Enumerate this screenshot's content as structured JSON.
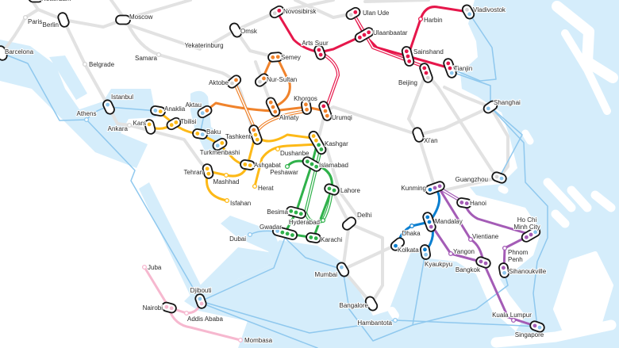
{
  "line_colors": {
    "r": "#e6174b",
    "o": "#f0832c",
    "y": "#fdb917",
    "g": "#2fb14a",
    "b": "#0b7fd0",
    "p": "#a45cb6",
    "k": "#f6b8cf",
    "l": "#8fc8ee",
    "w": "#d4d4d4"
  },
  "colors": {
    "water": "#d5edfb",
    "land": "#ffffff",
    "gray_route": "#e2e2e2"
  },
  "stations": [
    {
      "id": "rotterdam",
      "name": "Rotterdam",
      "lines": ""
    },
    {
      "id": "paris",
      "name": "Paris",
      "lines": "w"
    },
    {
      "id": "berlin",
      "name": "Berlin",
      "lines": ""
    },
    {
      "id": "moscow",
      "name": "Moscow",
      "lines": ""
    },
    {
      "id": "omsk",
      "name": "Omsk",
      "lines": ""
    },
    {
      "id": "novosibirsk",
      "name": "Novosibirsk",
      "lines": "wr"
    },
    {
      "id": "ulanude",
      "name": "Ulan Ude",
      "lines": "wr"
    },
    {
      "id": "ulaanbaatar",
      "name": "Ulaanbaatar",
      "lines": "rrr"
    },
    {
      "id": "artssuur",
      "name": "Arts Suur",
      "lines": "rr"
    },
    {
      "id": "harbin",
      "name": "Harbin",
      "lines": "r"
    },
    {
      "id": "vladivostok",
      "name": "Vladivostok",
      "lines": "wl"
    },
    {
      "id": "sainshand",
      "name": "Sainshand",
      "lines": "rrr"
    },
    {
      "id": "beijing",
      "name": "Beijing",
      "lines": "rrw"
    },
    {
      "id": "tianjin",
      "name": "Tianjin",
      "lines": "rrl"
    },
    {
      "id": "barcelona",
      "name": "Barcelona",
      "lines": ""
    },
    {
      "id": "belgrade",
      "name": "Belgrade",
      "lines": "w"
    },
    {
      "id": "samara",
      "name": "Samara",
      "lines": "w"
    },
    {
      "id": "yekaterinburg",
      "name": "Yekaterinburg",
      "lines": "-"
    },
    {
      "id": "semey",
      "name": "Semey",
      "lines": "oo"
    },
    {
      "id": "nursultan",
      "name": "Nur-Sultan",
      "lines": "wo"
    },
    {
      "id": "aktobe",
      "name": "Aktobe",
      "lines": "wo"
    },
    {
      "id": "istanbul",
      "name": "Istanbul",
      "lines": "l"
    },
    {
      "id": "athens",
      "name": "Athens",
      "lines": "l"
    },
    {
      "id": "ankara",
      "name": "Ankara",
      "lines": "w"
    },
    {
      "id": "anaklia",
      "name": "Anaklia",
      "lines": "ly"
    },
    {
      "id": "kars",
      "name": "Kars",
      "lines": "y"
    },
    {
      "id": "tbilisi",
      "name": "Tbilisi",
      "lines": "yy"
    },
    {
      "id": "aktau",
      "name": "Aktau",
      "lines": "lo"
    },
    {
      "id": "almaty",
      "name": "Almaty",
      "lines": "ooo"
    },
    {
      "id": "khorgos",
      "name": "Khorgos",
      "lines": "oo"
    },
    {
      "id": "urumqi",
      "name": "Urumqi",
      "lines": "roo"
    },
    {
      "id": "baku",
      "name": "Baku",
      "lines": "yl"
    },
    {
      "id": "tashkent",
      "name": "Tashkent",
      "lines": "oyy"
    },
    {
      "id": "turkmenbashi",
      "name": "Turkmenbashi",
      "lines": "ly"
    },
    {
      "id": "ashgabat",
      "name": "Ashgabat",
      "lines": "yy"
    },
    {
      "id": "kashgar",
      "name": "Kashgar",
      "lines": "yygg"
    },
    {
      "id": "dushanbe",
      "name": "Dushanbe",
      "lines": "y"
    },
    {
      "id": "tehran",
      "name": "Tehran",
      "lines": "yy"
    },
    {
      "id": "mashhad",
      "name": "Mashhad",
      "lines": "y"
    },
    {
      "id": "herat",
      "name": "Herat",
      "lines": "y"
    },
    {
      "id": "isfahan",
      "name": "Isfahan",
      "lines": "y"
    },
    {
      "id": "peshawar",
      "name": "Peshawar",
      "lines": "g"
    },
    {
      "id": "islamabad",
      "name": "Islamabad",
      "lines": "ggg"
    },
    {
      "id": "lahore",
      "name": "Lahore",
      "lines": "gg"
    },
    {
      "id": "besima",
      "name": "Besima",
      "lines": "ggg"
    },
    {
      "id": "hyderabad",
      "name": "Hyderabad",
      "lines": "g"
    },
    {
      "id": "gwadar",
      "name": "Gwadar",
      "lines": "lggg"
    },
    {
      "id": "karachi",
      "name": "Karachi",
      "lines": "gg"
    },
    {
      "id": "dubai",
      "name": "Dubai",
      "lines": "l"
    },
    {
      "id": "delhi",
      "name": "Delhi",
      "lines": ""
    },
    {
      "id": "xian",
      "name": "Xi'an",
      "lines": ""
    },
    {
      "id": "shanghai",
      "name": "Shanghai",
      "lines": "l"
    },
    {
      "id": "guangzhou",
      "name": "Guangzhou",
      "lines": "wl"
    },
    {
      "id": "kunming",
      "name": "Kunming",
      "lines": "bpp"
    },
    {
      "id": "hanoi",
      "name": "Hanoi",
      "lines": "pp"
    },
    {
      "id": "mandalay",
      "name": "Mandalay",
      "lines": "bbp"
    },
    {
      "id": "dhaka",
      "name": "Dhaka",
      "lines": "b"
    },
    {
      "id": "kolkata",
      "name": "Kolkata",
      "lines": "b"
    },
    {
      "id": "kyaukpyu",
      "name": "Kyaukpyu",
      "lines": "bl"
    },
    {
      "id": "vientiane",
      "name": "Vientiane",
      "lines": "p"
    },
    {
      "id": "yangon",
      "name": "Yangon",
      "lines": "p"
    },
    {
      "id": "bangkok",
      "name": "Bangkok",
      "lines": "pp"
    },
    {
      "id": "hcmc",
      "name": "Ho Chi",
      "name2": "Minh City",
      "lines": "ppl"
    },
    {
      "id": "phnompenh",
      "name": "Phnom",
      "name2": "Penh",
      "lines": "p"
    },
    {
      "id": "sihanoukville",
      "name": "Sihanoukville",
      "lines": "pl"
    },
    {
      "id": "mumbai",
      "name": "Mumbai",
      "lines": "l"
    },
    {
      "id": "bangalore",
      "name": "Bangalore",
      "lines": ""
    },
    {
      "id": "hambantota",
      "name": "Hambantota",
      "lines": "l"
    },
    {
      "id": "kualalumpur",
      "name": "Kuala Lumpur",
      "lines": "p"
    },
    {
      "id": "singapore",
      "name": "Singapore",
      "lines": "pl"
    },
    {
      "id": "juba",
      "name": "Juba",
      "lines": "k"
    },
    {
      "id": "djibouti",
      "name": "Djibouti",
      "lines": "lk"
    },
    {
      "id": "nairobi",
      "name": "Nairobi",
      "lines": "kk"
    },
    {
      "id": "addisababa",
      "name": "Addis Ababa",
      "lines": "k"
    },
    {
      "id": "mombasa",
      "name": "Mombasa",
      "lines": "k"
    }
  ]
}
